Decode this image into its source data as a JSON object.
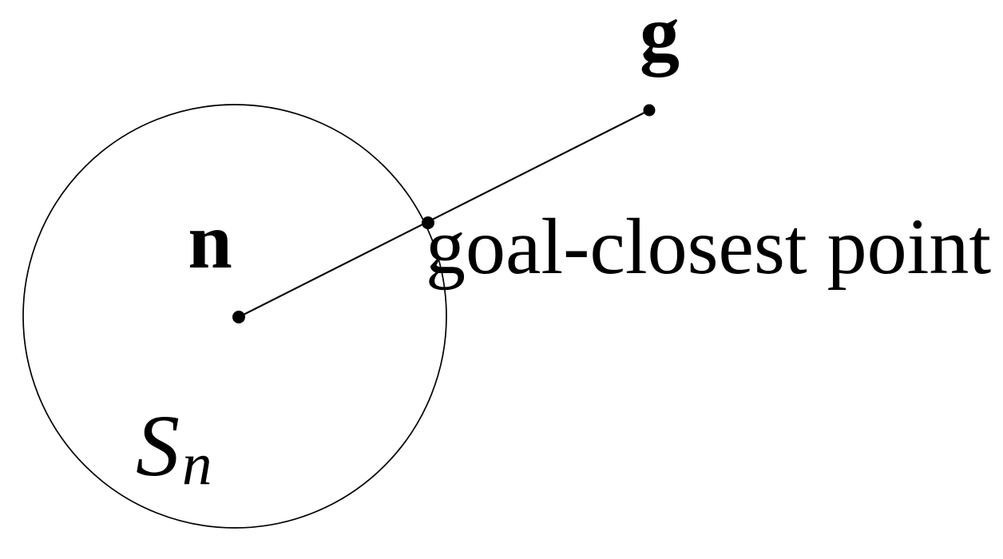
{
  "diagram": {
    "node_label": "n",
    "goal_label": "g",
    "set_label_base": "S",
    "set_label_subscript": "n",
    "intersection_label": "goal-closest point"
  },
  "colors": {
    "ink": "#000000",
    "background": "#ffffff"
  }
}
